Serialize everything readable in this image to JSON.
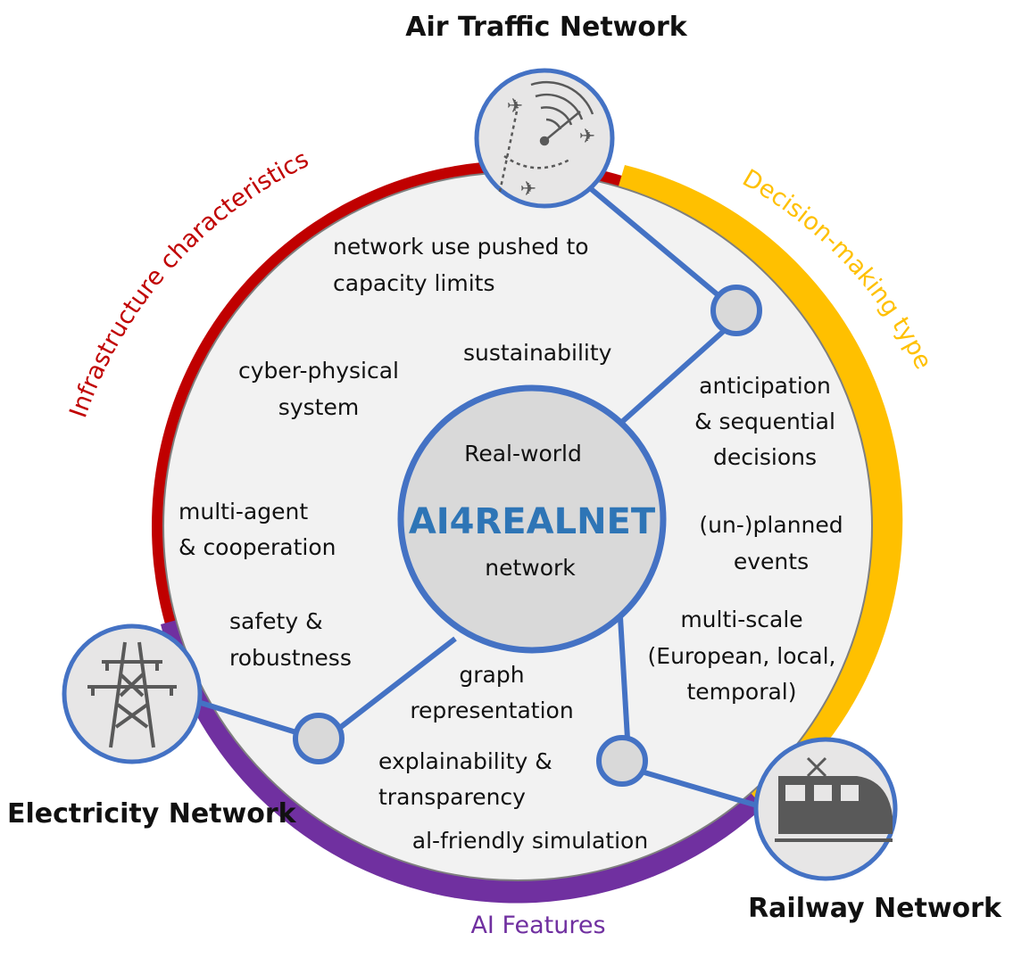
{
  "center": {
    "top": "Real-world",
    "name": "AI4REALNET",
    "bottom": "network"
  },
  "networks": {
    "air": "Air Traffic Network",
    "electricity": "Electricity Network",
    "railway": "Railway Network"
  },
  "arcs": {
    "infrastructure": "Infrastructure characteristics",
    "decision": "Decision-making type",
    "ai": "AI Features"
  },
  "features": {
    "network_use": [
      "network use pushed to",
      "capacity limits"
    ],
    "sustainability": "sustainability",
    "cyber": [
      "cyber-physical",
      "system"
    ],
    "multi_agent": [
      "multi-agent",
      "& cooperation"
    ],
    "safety": [
      "safety &",
      "robustness"
    ],
    "anticipation": [
      "anticipation",
      "& sequential",
      "decisions"
    ],
    "unplanned": [
      "(un-)planned",
      "events"
    ],
    "multi_scale": [
      "multi-scale",
      "(European, local,",
      "temporal)"
    ],
    "graph": [
      "graph",
      "representation"
    ],
    "explainability": [
      "explainability &",
      "transparency"
    ],
    "simulation": "al-friendly simulation"
  },
  "colors": {
    "infrastructure": "#c00000",
    "decision": "#ffc000",
    "ai": "#7030a0",
    "link": "#4472c4",
    "center_text": "#2e75b6"
  }
}
